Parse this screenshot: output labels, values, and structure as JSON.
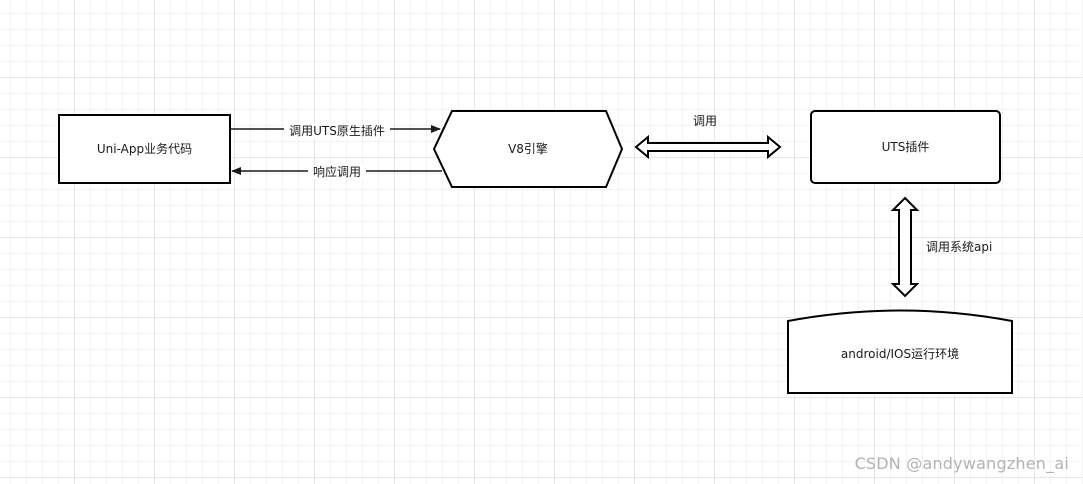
{
  "nodes": {
    "uniapp": "Uni-App业务代码",
    "v8": "V8引擎",
    "uts": "UTS插件",
    "runtime": "android/IOS运行环境"
  },
  "edges": {
    "call_uts_plugin": "调用UTS原生插件",
    "response_call": "响应调用",
    "call": "调用",
    "call_system_api": "调用系统api"
  },
  "watermark": "CSDN @andywangzhen_ai"
}
